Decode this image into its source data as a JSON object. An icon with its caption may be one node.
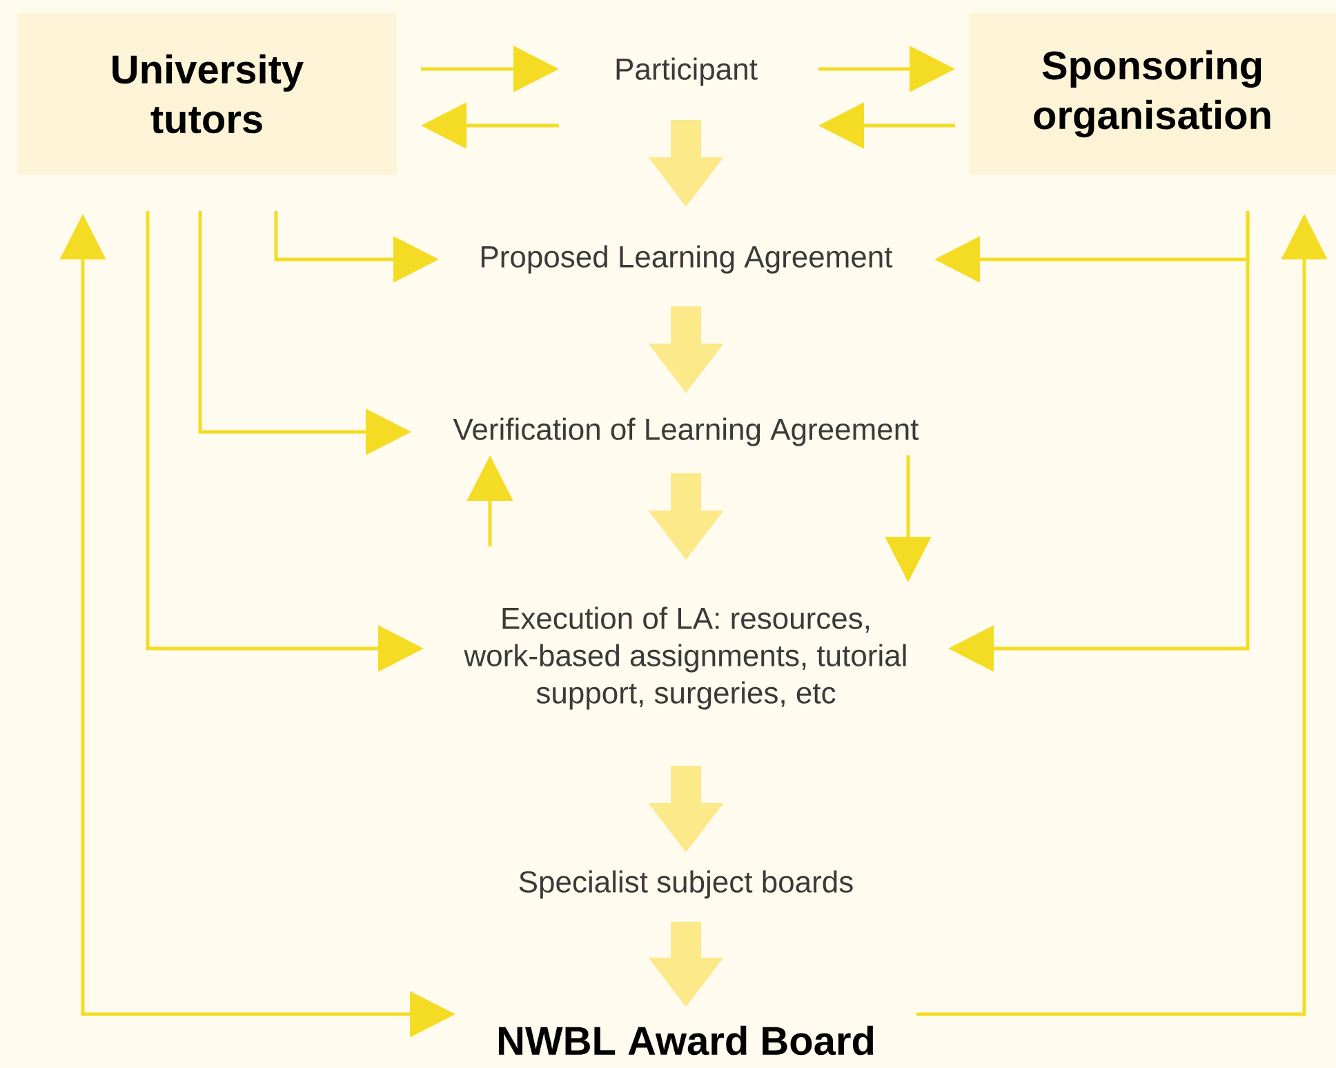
{
  "diagram": {
    "nodes": [
      {
        "text": [
          "University tutors"
        ]
      },
      {
        "text": [
          "Participant"
        ]
      },
      {
        "text": [
          "Sponsoring organisation"
        ]
      },
      {
        "text": [
          "Proposed Learning Agreement"
        ]
      },
      {
        "text": [
          "Verification of Learning Agreement"
        ]
      },
      {
        "text": [
          "Execution of LA: resources, work-based assignments, tutorial support, surgeries, etc"
        ]
      },
      {
        "text": [
          "Specialist subject boards"
        ]
      },
      {
        "text": [
          "NWBL Award Board"
        ]
      }
    ],
    "edges": [
      {
        "from": 0,
        "to": 1,
        "arrow": "to"
      },
      {
        "from": 1,
        "to": 0,
        "arrow": "to"
      },
      {
        "from": 1,
        "to": 2,
        "arrow": "to"
      },
      {
        "from": 2,
        "to": 1,
        "arrow": "to"
      },
      {
        "from": 1,
        "to": 3,
        "arrow": "to",
        "style": "thick",
        "color": "#fbe98a"
      },
      {
        "from": 0,
        "to": 3,
        "arrow": "to"
      },
      {
        "from": 0,
        "to": 4,
        "arrow": "to"
      },
      {
        "from": 0,
        "to": 5,
        "arrow": "to"
      },
      {
        "from": 2,
        "to": 3,
        "arrow": "to"
      },
      {
        "from": 2,
        "to": 5,
        "arrow": "to"
      },
      {
        "from": 3,
        "to": 4,
        "arrow": "to",
        "style": "thick",
        "color": "#fbe98a"
      },
      {
        "from": 5,
        "to": 4,
        "arrow": "to"
      },
      {
        "from": 4,
        "to": 5,
        "arrow": "to"
      },
      {
        "from": 4,
        "to": 5,
        "arrow": "to",
        "style": "thick",
        "color": "#fbe98a"
      },
      {
        "from": 5,
        "to": 6,
        "arrow": "to",
        "style": "thick",
        "color": "#fbe98a"
      },
      {
        "from": 6,
        "to": 7,
        "arrow": "to",
        "style": "thick",
        "color": "#fbe98a"
      },
      {
        "from": 7,
        "to": 0,
        "arrow": "both"
      },
      {
        "from": 7,
        "to": 2,
        "arrow": "to"
      }
    ]
  }
}
